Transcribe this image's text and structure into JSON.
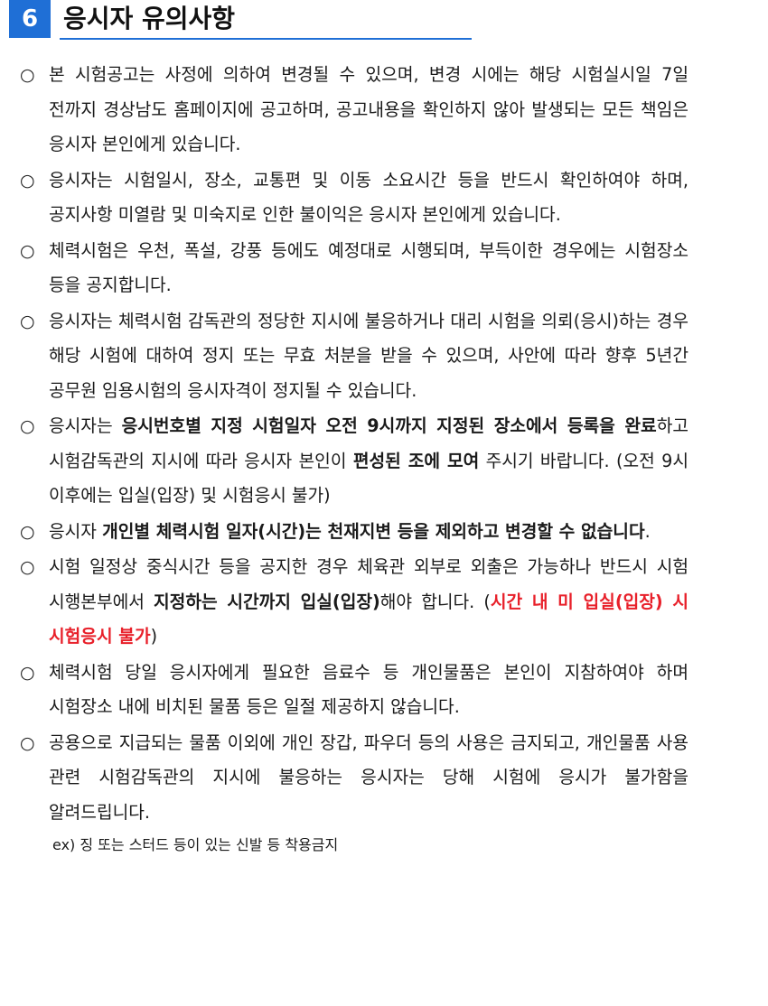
{
  "section": {
    "number": "6",
    "title": "응시자 유의사항",
    "accent_color": "#1f6fd6"
  },
  "bullet": "○",
  "notices": [
    {
      "segments": [
        {
          "text": "본 시험공고는 사정에 의하여 변경될 수 있으며, 변경 시에는 해당 시험실시일 7일 전까지 경상남도 홈페이지에 공고하며, 공고내용을 확인하지 않아 발생되는 모든 책임은 응시자 본인에게 있습니다."
        }
      ]
    },
    {
      "segments": [
        {
          "text": "응시자는 시험일시, 장소, 교통편 및 이동 소요시간 등을 반드시 확인하여야 하며, 공지사항 미열람 및 미숙지로 인한 불이익은 응시자 본인에게 있습니다."
        }
      ]
    },
    {
      "segments": [
        {
          "text": "체력시험은 우천, 폭설, 강풍 등에도 예정대로 시행되며, 부득이한 경우에는 시험장소 등을 공지합니다."
        }
      ]
    },
    {
      "segments": [
        {
          "text": "응시자는 체력시험 감독관의 정당한 지시에 불응하거나 대리 시험을 의뢰(응시)하는 경우 해당 시험에 대하여 정지 또는 무효 처분을 받을 수 있으며, 사안에 따라 향후 5년간 공무원 임용시험의 응시자격이 정지될 수 있습니다."
        }
      ]
    },
    {
      "segments": [
        {
          "text": "응시자는 "
        },
        {
          "text": "응시번호별 지정 시험일자 오전 9시까지 지정된 장소에서 등록을 완료",
          "style": "bold"
        },
        {
          "text": "하고 시험감독관의 지시에 따라 응시자 본인이 "
        },
        {
          "text": "편성된 조에 모여",
          "style": "bold"
        },
        {
          "text": " 주시기 바랍니다. (오전 9시 이후에는 입실(입장) 및 시험응시 불가)"
        }
      ]
    },
    {
      "segments": [
        {
          "text": "응시자 "
        },
        {
          "text": "개인별 체력시험 일자(시간)는 천재지변 등을 제외하고 변경할 수 없습니다",
          "style": "bold"
        },
        {
          "text": "."
        }
      ]
    },
    {
      "segments": [
        {
          "text": "시험 일정상 중식시간 등을 공지한 경우 체육관 외부로 외출은 가능하나 반드시 시험 시행본부에서 "
        },
        {
          "text": "지정하는 시간까지 입실(입장)",
          "style": "bold"
        },
        {
          "text": "해야 합니다.  ("
        },
        {
          "text": "시간 내 미 입실(입장) 시 시험응시 불가",
          "style": "red"
        },
        {
          "text": ")"
        }
      ]
    },
    {
      "segments": [
        {
          "text": "체력시험 당일 응시자에게 필요한 음료수 등 개인물품은 본인이 지참하여야 하며 시험장소 내에 비치된 물품 등은 일절 제공하지 않습니다."
        }
      ]
    },
    {
      "segments": [
        {
          "text": "공용으로 지급되는 물품 이외에 개인 장갑, 파우더 등의 사용은 금지되고, 개인물품 사용 관련 시험감독관의 지시에 불응하는 응시자는 당해 시험에 응시가 불가함을 알려드립니다."
        }
      ]
    }
  ],
  "example": "ex) 징 또는 스터드 등이 있는 신발 등 착용금지",
  "colors": {
    "emphasis_red": "#e8202a",
    "text": "#1a1a1a"
  }
}
